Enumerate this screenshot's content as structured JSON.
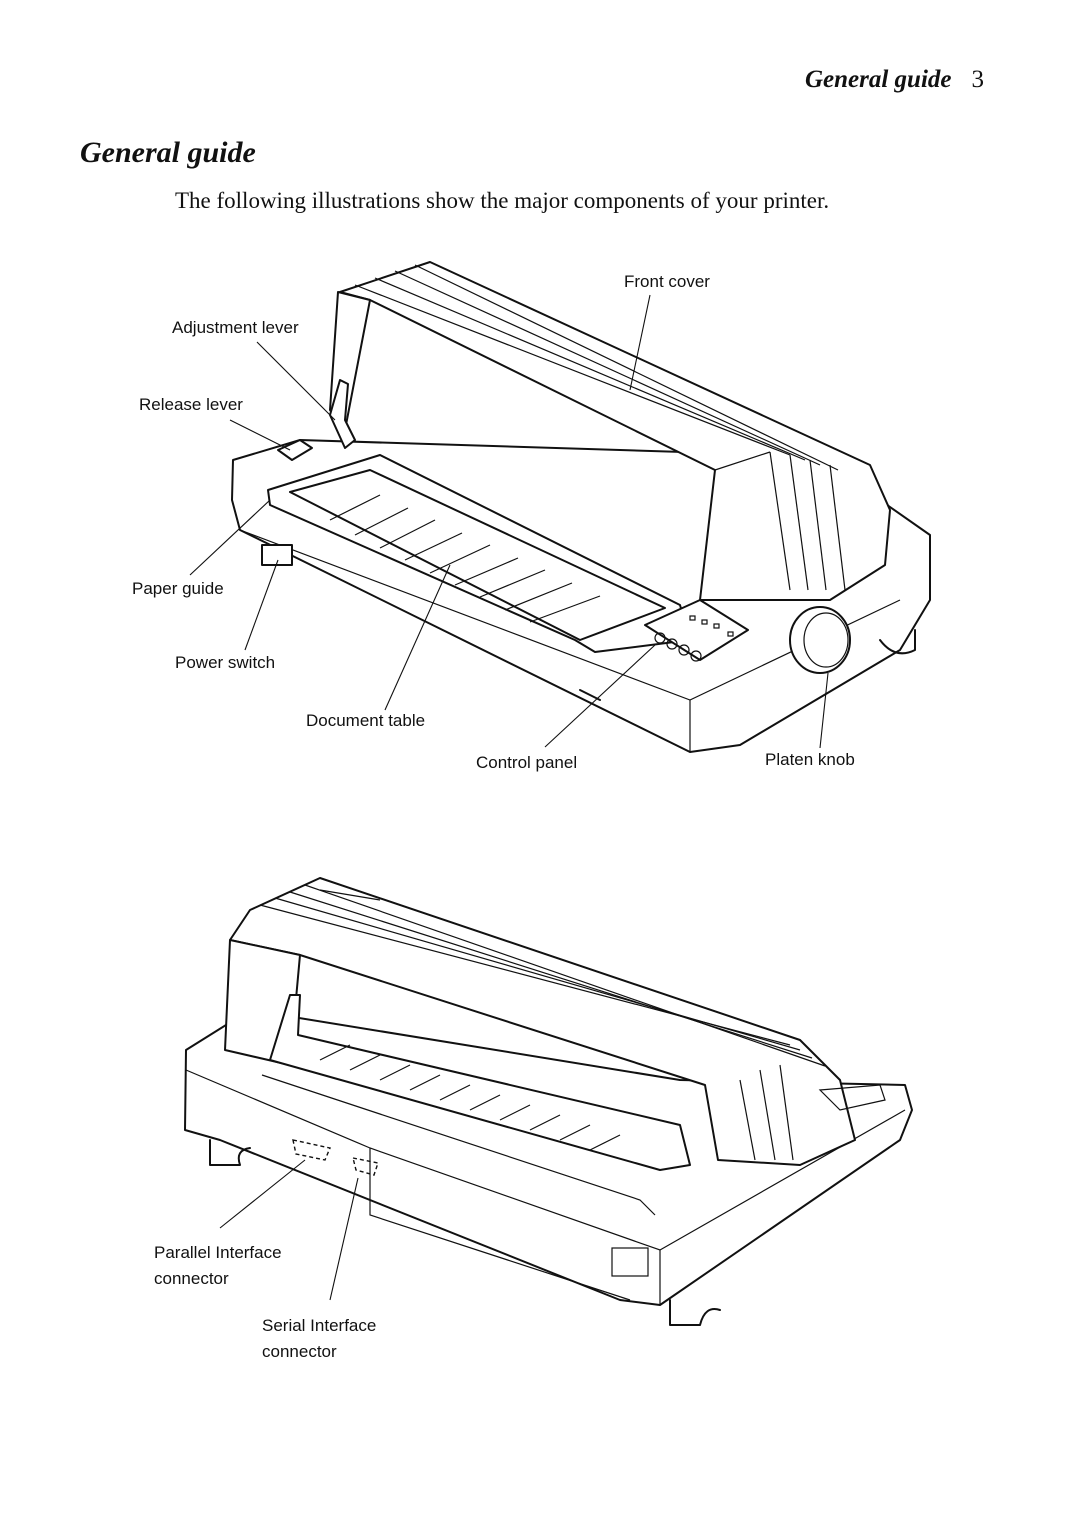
{
  "header": {
    "section": "General guide",
    "page_number": "3"
  },
  "title": "General guide",
  "intro": "The following illustrations show the major components of your printer.",
  "figure_front": {
    "labels": {
      "front_cover": "Front cover",
      "adjustment_lever": "Adjustment lever",
      "release_lever": "Release lever",
      "paper_guide": "Paper guide",
      "power_switch": "Power switch",
      "document_table": "Document table",
      "control_panel": "Control panel",
      "platen_knob": "Platen knob"
    }
  },
  "figure_rear": {
    "labels": {
      "parallel_line1": "Parallel Interface",
      "parallel_line2": "connector",
      "serial_line1": "Serial Interface",
      "serial_line2": "connector"
    }
  }
}
